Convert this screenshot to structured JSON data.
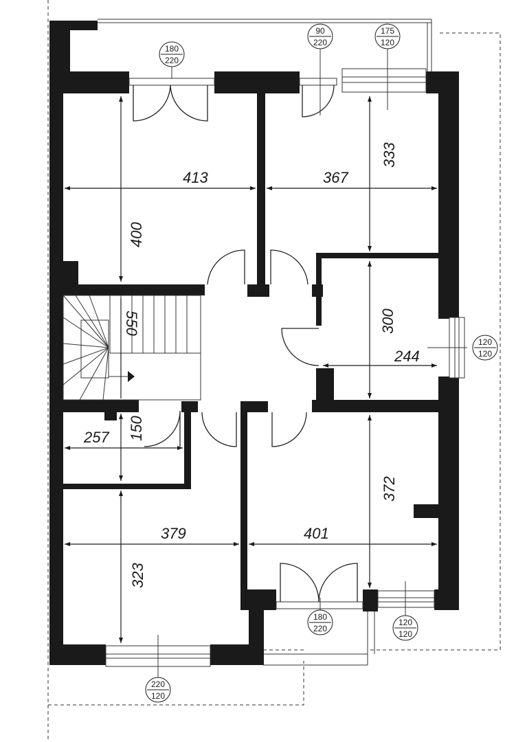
{
  "dimensions": {
    "room_top_left_width": "413",
    "room_top_right_width": "367",
    "room_top_left_depth": "400",
    "room_top_right_depth": "333",
    "room_middle_right_depth": "300",
    "room_middle_right_width": "244",
    "stair_mark": "550",
    "small_room_width": "257",
    "small_room_depth": "150",
    "room_bottom_left_width": "379",
    "room_bottom_right_width": "401",
    "room_bottom_left_depth": "323",
    "room_bottom_right_depth": "372"
  },
  "openings": [
    {
      "id": "door-top-left",
      "width": "180",
      "height": "220"
    },
    {
      "id": "door-top-right",
      "width": "90",
      "height": "220"
    },
    {
      "id": "window-top-right",
      "width": "175",
      "height": "120"
    },
    {
      "id": "window-right",
      "width": "120",
      "height": "120"
    },
    {
      "id": "door-bottom",
      "width": "180",
      "height": "220"
    },
    {
      "id": "window-bottom-right",
      "width": "120",
      "height": "120"
    },
    {
      "id": "window-bottom-left",
      "width": "220",
      "height": "120"
    }
  ],
  "colors": {
    "wall": "#1a1a1a",
    "line": "#1a1a1a",
    "background": "#ffffff"
  }
}
